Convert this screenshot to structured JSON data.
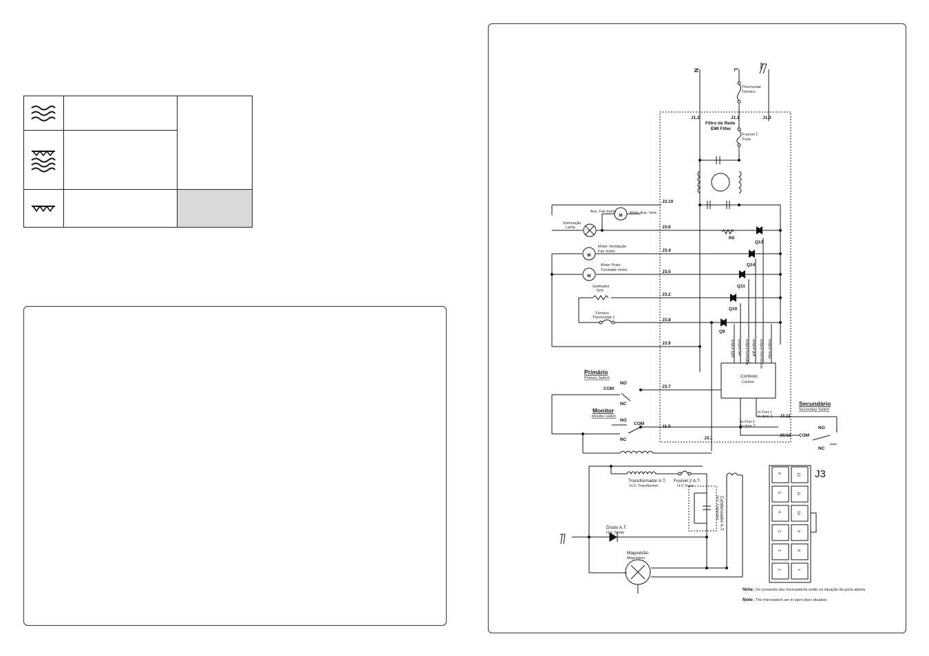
{
  "legend": {
    "rows": [
      {
        "icon": "microwave-waves-icon"
      },
      {
        "icon": "combined-waves-grill-icon"
      },
      {
        "icon": "grill-icon"
      }
    ]
  },
  "diagram": {
    "power": {
      "neutral": "N",
      "live": "L"
    },
    "thermostat": {
      "pt": "Thermostat",
      "en": "Térmico"
    },
    "connectors": {
      "j12": "J1.2",
      "j11": "J1.1",
      "j13": "J1.3",
      "j310": "J3.10",
      "j36": "J3.6",
      "j34": "J3.4",
      "j35": "J3.5",
      "j32": "J3.2",
      "j38": "J3.8",
      "j39": "J3.9",
      "j37": "J3.7",
      "j311": "J3.11",
      "j15": "J1.5",
      "j31": "J3.1",
      "j312": "J3.12"
    },
    "emi_filter": {
      "pt": "Filtro de Rede",
      "en": "EMI Filter"
    },
    "fuse1": {
      "pt": "Fusível 1",
      "en": "Fuse"
    },
    "fan_motor": "Aux. Fan motor",
    "motor_aux": "Motor Aux. Vent.",
    "lamp": {
      "pt": "Iluminação",
      "en": "Lamp"
    },
    "ventilation_motor": {
      "pt": "Motor Ventilação",
      "en": "Fan motor"
    },
    "turntable_motor": {
      "pt": "Motor Prato",
      "en": "Turntable motor"
    },
    "grill": {
      "pt": "Grelhador",
      "en": "Grill"
    },
    "thermostat1": {
      "pt": "Térmico",
      "en": "Thermostat 1"
    },
    "motor_letter": "M",
    "r0": "R0",
    "triacs": [
      "Q13",
      "Q14",
      "Q11",
      "Q10",
      "Q9"
    ],
    "outputs": [
      "output light",
      "output fan",
      "output turntable",
      "output grill",
      "output microwave",
      "output relay"
    ],
    "control": {
      "pt": "Controlo",
      "en": "Control"
    },
    "input1": {
      "pt": "In Port 1",
      "en": "In door 1"
    },
    "input2": {
      "pt": "In Port 2",
      "en": "In door 2"
    },
    "primary": {
      "pt": "Primário",
      "en": "Primary Switch"
    },
    "monitor": {
      "pt": "Monitor",
      "en": "Monitor switch"
    },
    "secondary": {
      "pt": "Secundário",
      "en": "Secondary Switch"
    },
    "switch_no": "NO",
    "switch_nc": "NC",
    "switch_com": "COM",
    "transformer": {
      "pt": "Transformador A.T.",
      "en": "H.V. Transformer"
    },
    "fuse2": {
      "pt": "Fusível 2 A.T.",
      "en": "H.V. Fuse"
    },
    "capacitor": {
      "pt": "Condensador A.T.",
      "en": "H.V. Capacitor"
    },
    "diode": {
      "pt": "Díodo A.T.",
      "en": "H.V. Diode"
    },
    "magnetron": {
      "pt": "Magnetrão",
      "en": "Magnetron"
    },
    "j3_title": "J3",
    "j3_pins": [
      "6",
      "12",
      "5",
      "11",
      "4",
      "10",
      "3",
      "9",
      "2",
      "8",
      "1",
      "7"
    ],
    "note_pt": {
      "label": "Nota:",
      "text": "Os contactos dos microswitchs estão na situação de porta aberta."
    },
    "note_en": {
      "label": "Note:",
      "text": "The microswitch are in open door situation."
    }
  }
}
